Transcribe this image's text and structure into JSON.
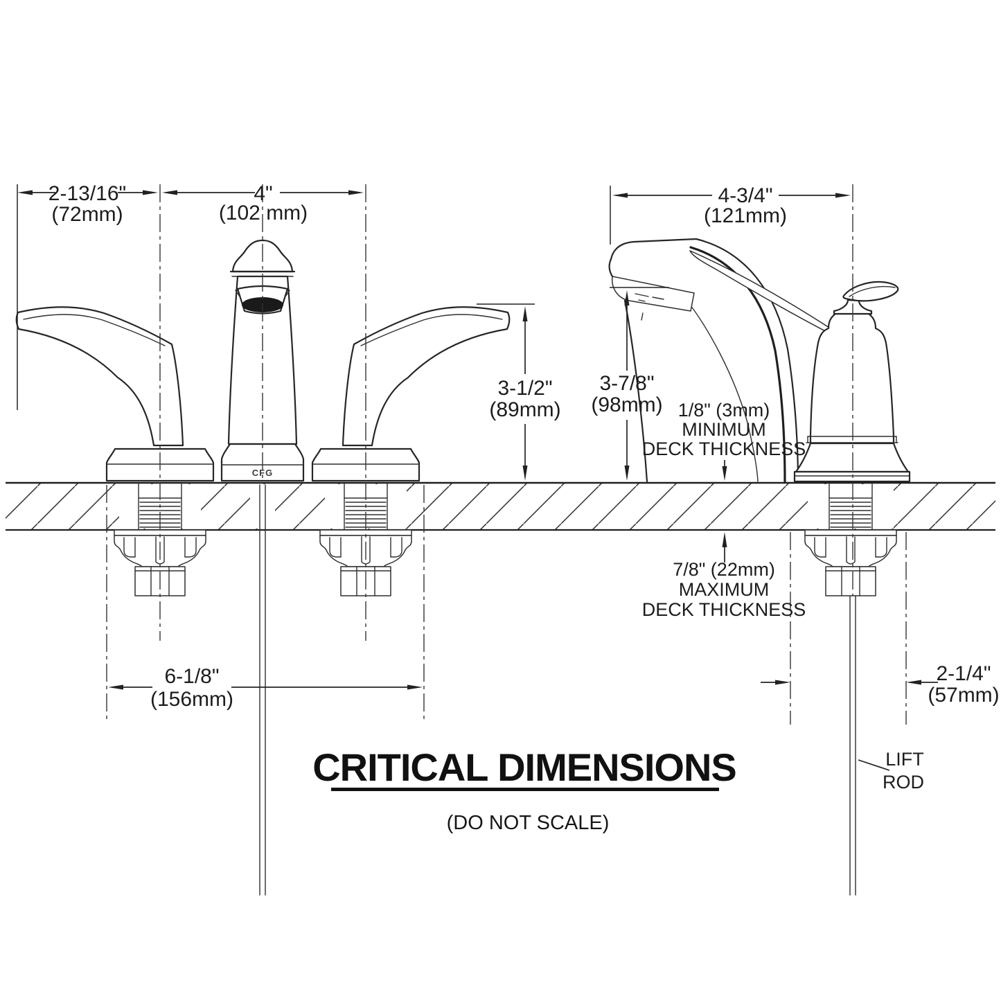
{
  "title": "CRITICAL DIMENSIONS",
  "subtitle": "(DO NOT SCALE)",
  "brand": "CFG",
  "dims": {
    "handle_offset": {
      "in": "2-13/16\"",
      "mm": "(72mm)"
    },
    "faucet_centers": {
      "in": "4\"",
      "mm": "(102 mm)"
    },
    "spout_reach": {
      "in": "4-3/4\"",
      "mm": "(121mm)"
    },
    "handle_height": {
      "in": "3-1/2\"",
      "mm": "(89mm)"
    },
    "spout_height": {
      "in": "3-7/8\"",
      "mm": "(98mm)"
    },
    "min_deck": {
      "line1": "1/8\" (3mm)",
      "line2": "MINIMUM",
      "line3": "DECK THICKNESS"
    },
    "max_deck": {
      "line1": "7/8\" (22mm)",
      "line2": "MAXIMUM",
      "line3": "DECK THICKNESS"
    },
    "hole_spread": {
      "in": "6-1/8\"",
      "mm": "(156mm)"
    },
    "lift_rod_offset": {
      "in": "2-1/4\"",
      "mm": "(57mm)"
    },
    "lift_rod_label": {
      "line1": "LIFT",
      "line2": "ROD"
    }
  }
}
